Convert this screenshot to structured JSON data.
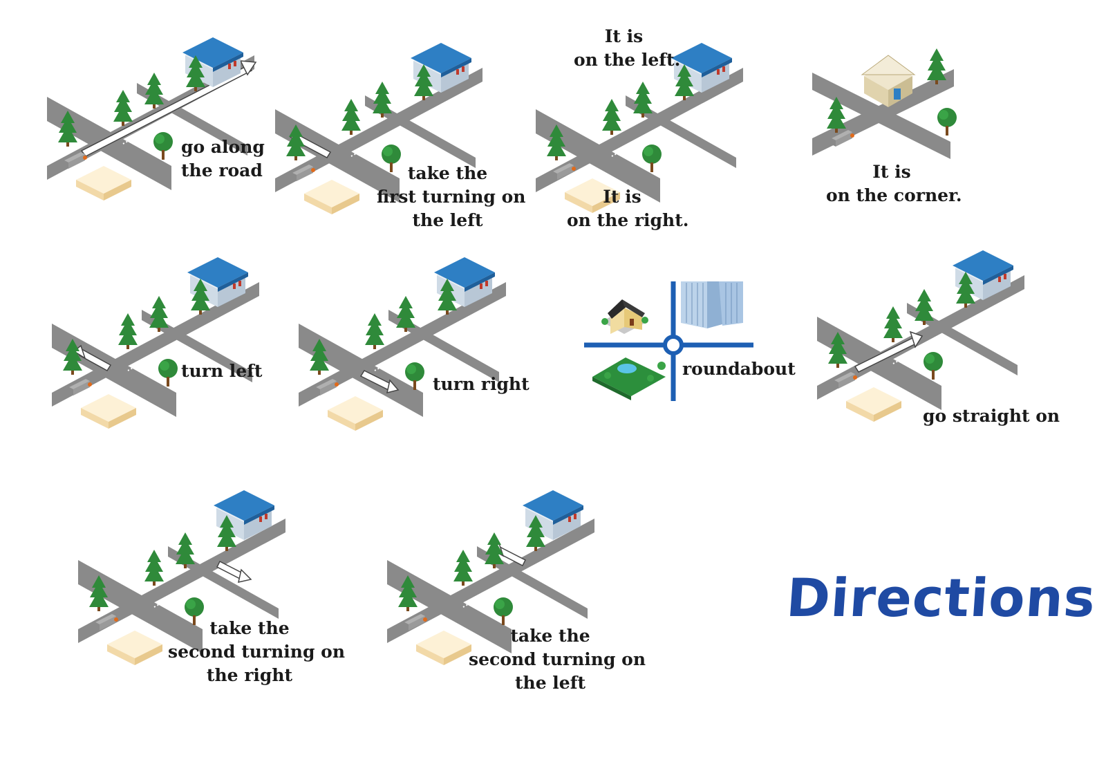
{
  "title": "Directions",
  "colors": {
    "road": "#8a8a8a",
    "road_edge": "#6e6e6e",
    "tree": "#2f8a3a",
    "title": "#1f4aa3",
    "map_line": "#1d5fb3",
    "building_roof": "#2e7fc4",
    "block": "#fbe6bf"
  },
  "captions": {
    "go_along": [
      "go along",
      "the road"
    ],
    "first_left": [
      "take the",
      "first turning on",
      "the left"
    ],
    "on_left": [
      "It is",
      "on the left."
    ],
    "on_right": [
      "It is",
      "on the right."
    ],
    "on_corner": [
      "It is",
      "on the corner."
    ],
    "turn_left": [
      "turn left"
    ],
    "turn_right": [
      "turn right"
    ],
    "roundabout": [
      "roundabout"
    ],
    "straight_on": [
      "go straight on"
    ],
    "second_right": [
      "take the",
      "second turning on",
      "the right"
    ],
    "second_left": [
      "take the",
      "second turning on",
      "the left"
    ]
  },
  "icons": [
    "road-intersection-icon",
    "arrow-icon",
    "tree-icon",
    "shop-building-icon",
    "bank-building-icon",
    "house-icon",
    "skyscraper-icon",
    "park-icon",
    "truck-icon"
  ]
}
